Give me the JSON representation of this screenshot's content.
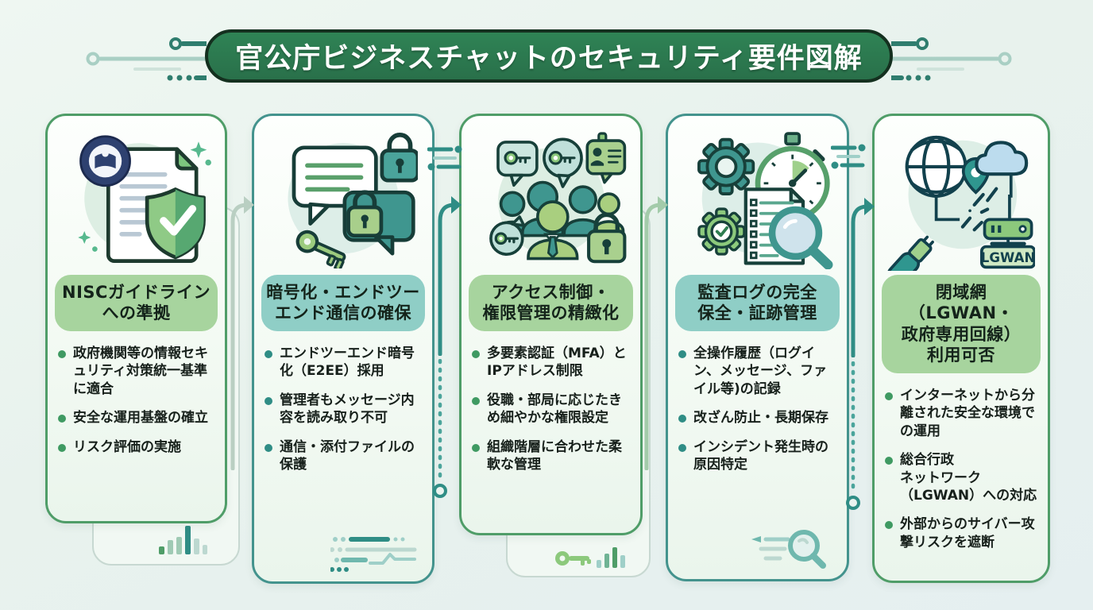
{
  "title": "官公庁ビジネスチャットのセキュリティ要件図解",
  "colors": {
    "banner_green": "#29704a",
    "header_light_green": "#a7d49e",
    "header_teal": "#8fcec6",
    "card_border_green": "#4f9d68",
    "card_border_teal": "#43938d",
    "bullet_green": "#3f9a62",
    "bullet_teal": "#2f8d85",
    "background": "#e8f2ed"
  },
  "cards": [
    {
      "id": "nisc-compliance",
      "icon": "nisc-document-shield-icon",
      "title": "NISCガイドライン\nへの準拠",
      "bullets": [
        "政府機関等の情報セキュリティ対策統一基準に適合",
        "安全な運用基盤の確立",
        "リスク評価の実施"
      ]
    },
    {
      "id": "e2e-encryption",
      "icon": "encrypted-chat-icon",
      "title": "暗号化・エンドツー\nエンド通信の確保",
      "bullets": [
        "エンドツーエンド暗号化（E2EE）採用",
        "管理者もメッセージ内容を読み取り不可",
        "通信・添付ファイルの保護"
      ]
    },
    {
      "id": "access-control",
      "icon": "access-control-users-icon",
      "title": "アクセス制御・\n権限管理の精緻化",
      "bullets": [
        "多要素認証（MFA）とIPアドレス制限",
        "役職・部局に応じたきめ細やかな権限設定",
        "組織階層に合わせた柔軟な管理"
      ]
    },
    {
      "id": "audit-log",
      "icon": "audit-log-icon",
      "title": "監査ログの完全\n保全・証跡管理",
      "bullets": [
        "全操作履歴（ログイン、メッセージ、ファイル等)の記録",
        "改ざん防止・長期保存",
        "インシデント発生時の原因特定"
      ]
    },
    {
      "id": "closed-network",
      "icon": "closed-network-icon",
      "title": "閉域網（LGWAN・\n政府専用回線）\n利用可否",
      "bullets": [
        "インターネットから分離された安全な環境での運用",
        "総合行政\nネットワーク\n（LGWAN）への対応",
        "外部からのサイバー攻撃リスクを遮断"
      ]
    }
  ],
  "icon_text": {
    "lgwan": "LGWAN"
  }
}
